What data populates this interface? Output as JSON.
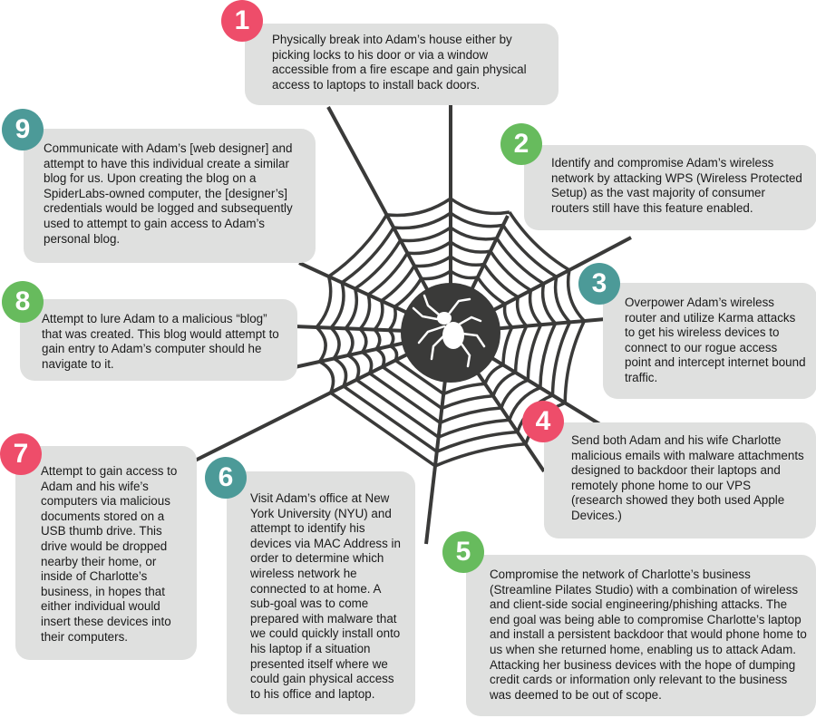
{
  "colors": {
    "red": "#ee4d6a",
    "green": "#67bb5d",
    "teal": "#4c9a98",
    "card": "#dfe0df",
    "web": "#3a3a39"
  },
  "spider_icon": "spider-icon",
  "steps": [
    {
      "number": "1",
      "color": "red",
      "text": "Physically break into Adam’s house either by picking locks to his door or via a window accessible from a fire escape and gain physical access to laptops to install back doors."
    },
    {
      "number": "2",
      "color": "green",
      "text": "Identify and compromise Adam’s wireless network by attacking WPS (Wireless Protected Setup) as the vast majority of consumer routers still have this feature enabled."
    },
    {
      "number": "3",
      "color": "teal",
      "text": "Overpower Adam’s wireless router and utilize Karma attacks to get his wireless devices to connect to our rogue access point and intercept internet bound traffic."
    },
    {
      "number": "4",
      "color": "red",
      "text": "Send both Adam and his wife Charlotte malicious emails with malware attachments designed to backdoor their laptops and remotely phone home to our VPS (research showed they both used Apple Devices.)"
    },
    {
      "number": "5",
      "color": "green",
      "text": "Compromise the network of Charlotte’s business (Streamline Pilates Studio) with a combination of wireless and client-side social engineering/phishing attacks. The end goal was being able to compromise Charlotte’s laptop and install a persistent backdoor that would phone home to us when she returned home, enabling us to attack Adam. Attacking her business devices with the hope of dumping credit cards or information only relevant to the business was deemed to be out of scope."
    },
    {
      "number": "6",
      "color": "teal",
      "text": "Visit Adam’s office at New York University (NYU) and attempt to identify his devices via MAC Address in order to determine which wireless network he connected to at home. A sub-goal was to come prepared with malware that we could quickly install onto his laptop if a situation presented itself where we could gain physical access to his office and laptop."
    },
    {
      "number": "7",
      "color": "red",
      "text": "Attempt to gain access to Adam and his wife’s computers via malicious documents stored on a USB thumb drive. This drive would be dropped nearby their home, or inside of Charlotte’s business, in hopes that either individual would insert these devices into their computers."
    },
    {
      "number": "8",
      "color": "green",
      "text": "Attempt to lure Adam to a malicious “blog” that was created. This blog would attempt to gain entry to Adam’s computer should he navigate to it."
    },
    {
      "number": "9",
      "color": "teal",
      "text": "Communicate with Adam’s [web designer] and attempt to have this individual create a similar blog for us. Upon creating the blog on a SpiderLabs-owned computer, the [designer’s] credentials would be logged and subsequently used to attempt to gain access to Adam’s personal blog."
    }
  ]
}
